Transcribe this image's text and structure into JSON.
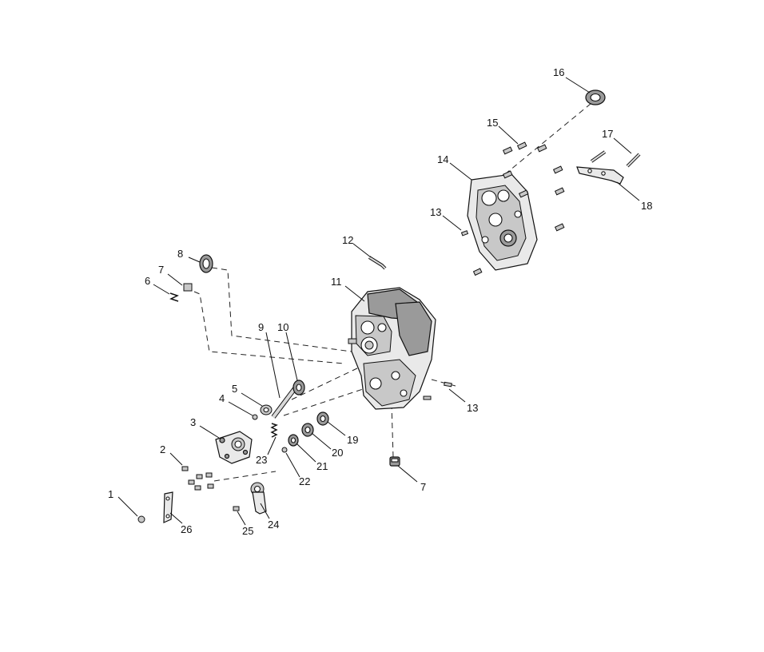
{
  "callouts": {
    "c1": "1",
    "c2": "2",
    "c3": "3",
    "c4": "4",
    "c5": "5",
    "c6": "6",
    "c7a": "7",
    "c7b": "7",
    "c8": "8",
    "c9": "9",
    "c10": "10",
    "c11": "11",
    "c12": "12",
    "c13a": "13",
    "c13b": "13",
    "c14": "14",
    "c15": "15",
    "c16": "16",
    "c17": "17",
    "c18": "18",
    "c19": "19",
    "c20": "20",
    "c21": "21",
    "c22": "22",
    "c23": "23",
    "c24": "24",
    "c25": "25",
    "c26": "26"
  }
}
